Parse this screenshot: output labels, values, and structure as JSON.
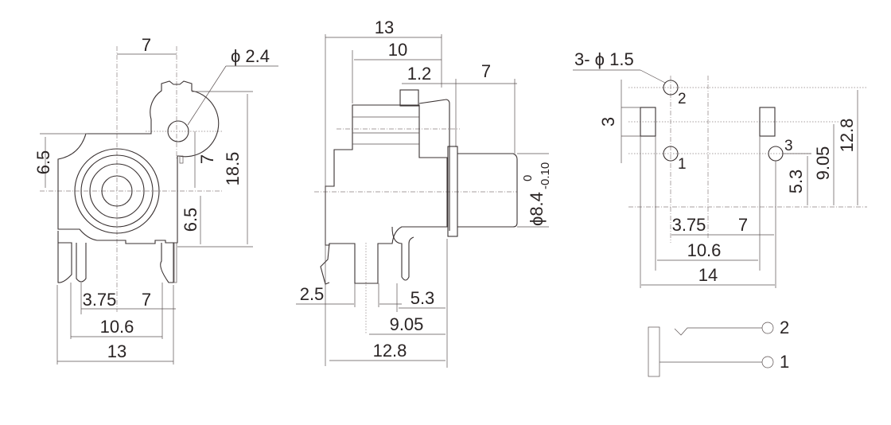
{
  "front_view": {
    "dim_top": "7",
    "hole_dia": "ϕ 2.4",
    "dim_left_height": "6.5",
    "dim_tab_height": "7",
    "dim_total_height": "18.5",
    "dim_lower_height": "6.5",
    "dim_pin_offset": "3.75",
    "dim_pin_spacing": "7",
    "dim_pin_span": "10.6",
    "dim_width": "13"
  },
  "side_view": {
    "dim_total_depth": "13",
    "dim_body_depth": "10",
    "dim_flange": "1.2",
    "dim_barrel": "7",
    "dim_barrel_dia": "ϕ8.4",
    "dim_barrel_tol_upper": "0",
    "dim_barrel_tol_lower": "-0.10",
    "dim_pin_a": "2.5",
    "dim_pin_b": "5.3",
    "dim_pin_c": "9.05",
    "dim_pin_d": "12.8"
  },
  "footprint_view": {
    "hole_callout": "3- ϕ 1.5",
    "pin_labels": [
      "2",
      "1",
      "3"
    ],
    "dim_slot": "3",
    "dim_v_a": "5.3",
    "dim_v_b": "9.05",
    "dim_v_c": "12.8",
    "dim_h_a": "3.75",
    "dim_h_b": "7",
    "dim_h_c": "10.6",
    "dim_h_d": "14"
  },
  "schematic": {
    "terminal_labels": [
      "2",
      "1"
    ]
  }
}
